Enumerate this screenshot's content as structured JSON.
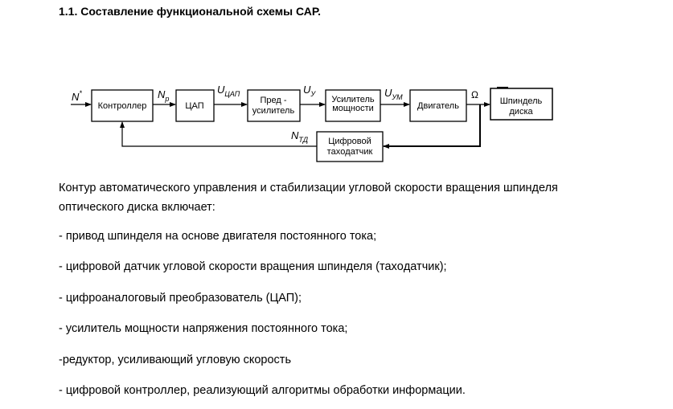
{
  "heading": "1.1. Составление функциональной схемы САР.",
  "diagram": {
    "blocks": {
      "controller": "Контроллер",
      "dac": "ЦАП",
      "preamp_line1": "Пред -",
      "preamp_line2": "усилитель",
      "amp_line1": "Усилитель",
      "amp_line2": "мощности",
      "motor": "Двигатель",
      "spindle_line1": "Шпиндель",
      "spindle_line2": "диска",
      "tacho_line1": "Цифровой",
      "tacho_line2": "тахoдатчик"
    },
    "signals": {
      "n_in": "N",
      "n_in_sup": "*",
      "np": "N",
      "np_sub": "p",
      "u_dac": "U",
      "u_dac_sub": "ЦАП",
      "u_y": "U",
      "u_y_sub": "У",
      "u_ym": "U",
      "u_ym_sub": "УМ",
      "omega": "Ω",
      "n_td": "N",
      "n_td_sub": "ТД"
    }
  },
  "intro": "Контур автоматического управления и стабилизации угловой скорости вращения шпинделя оптического диска включает:",
  "items": [
    "- привод шпинделя на основе двигателя постоянного тока;",
    "- цифровой датчик угловой скорости вращения шпинделя (тахoдатчик);",
    "- цифроаналоговый преобразователь (ЦАП);",
    "- усилитель мощности напряжения постоянного тока;",
    "-редуктор, усиливающий угловую скорость",
    "- цифровой контроллер, реализующий алгоритмы обработки информации."
  ]
}
